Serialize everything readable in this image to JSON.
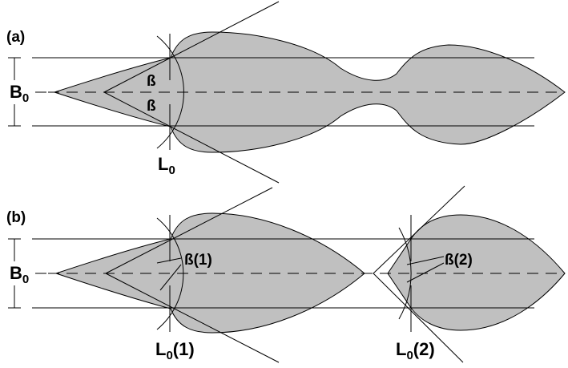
{
  "colors": {
    "shape_fill": "#c0c0c0",
    "line": "#000000",
    "background": "#ffffff"
  },
  "panel_a": {
    "panel_label": "(a)",
    "width_label": {
      "main": "B",
      "sub": "0"
    },
    "angle_label_upper": "ß",
    "angle_label_lower": "ß",
    "length_label": {
      "main": "L",
      "sub": "0"
    }
  },
  "panel_b": {
    "panel_label": "(b)",
    "width_label": {
      "main": "B",
      "sub": "0"
    },
    "angle_label_1": "ß(1)",
    "angle_label_2": "ß(2)",
    "length_label_1": {
      "main": "L",
      "sub": "0",
      "suffix": "(1)"
    },
    "length_label_2": {
      "main": "L",
      "sub": "0",
      "suffix": "(2)"
    }
  }
}
